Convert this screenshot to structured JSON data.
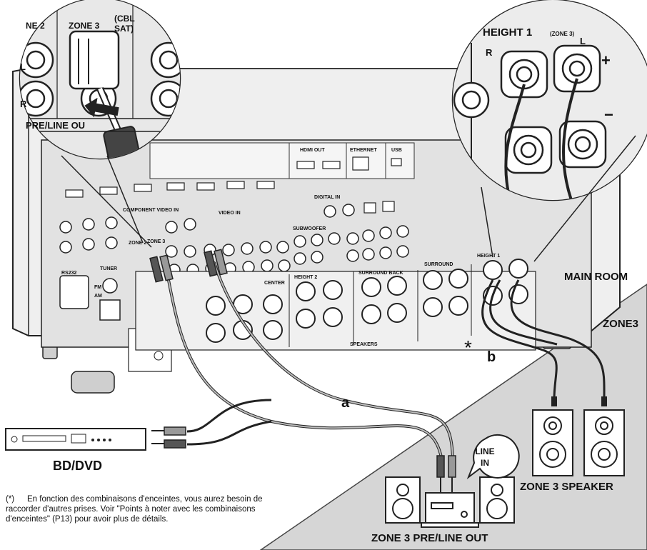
{
  "labels": {
    "main_room": "MAIN ROOM",
    "zone3_area": "ZONE3",
    "cable_a": "a",
    "cable_b": "b",
    "asterisk": "*",
    "bd_dvd": "BD/DVD",
    "line_in_1": "LINE",
    "line_in_2": "IN",
    "zone3_speaker": "ZONE 3 SPEAKER",
    "zone3_preline_out": "ZONE 3 PRE/LINE OUT"
  },
  "zoom_left": {
    "zone2": "NE 2",
    "zone3": "ZONE 3",
    "cbl_1": "(CBL",
    "cbl_2": "SAT)",
    "ch_l": "L",
    "ch_r": "R",
    "pre_line_out": "PRE/LINE OU"
  },
  "zoom_right": {
    "height1": "HEIGHT 1",
    "height1_zone": "(ZONE 3)",
    "ch_r": "R",
    "ch_l": "L",
    "plus": "+",
    "minus": "−"
  },
  "panel": {
    "speakers": "SPEAKERS",
    "surround": "SURROUND",
    "surround_back": "SURROUND BACK",
    "height2": "HEIGHT 2",
    "height1": "HEIGHT 1",
    "center": "CENTER",
    "rs232": "RS232",
    "tuner": "TUNER",
    "fm": "FM",
    "am": "AM",
    "video_in": "VIDEO IN",
    "component": "COMPONENT VIDEO IN",
    "digital_in": "DIGITAL IN",
    "subwoofer": "SUBWOOFER",
    "ethernet": "ETHERNET",
    "hdmi_out": "HDMI OUT",
    "usb": "USB",
    "zone2": "ZONE 2",
    "zone3": "ZONE 3"
  },
  "footnote": {
    "mark": "(*)",
    "text": "En fonction des combinaisons d'enceintes, vous aurez besoin de raccorder d'autres prises. Voir \"Points à noter avec les combinaisons d'enceintes\" (P13) pour avoir plus de détails."
  }
}
